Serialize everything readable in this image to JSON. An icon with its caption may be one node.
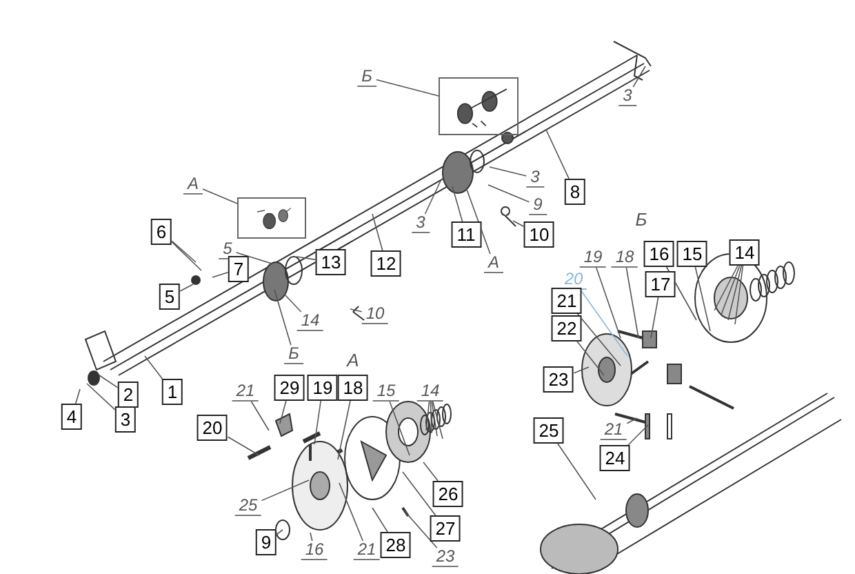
{
  "diagram": {
    "nodes": [
      {
        "text": [
          "Б"
        ]
      },
      {
        "text": [],
        "shape": "picture"
      },
      {
        "text": [
          "3"
        ]
      },
      {
        "text": [
          "А"
        ]
      },
      {
        "text": [],
        "shape": "picture"
      },
      {
        "text": [
          "8"
        ]
      },
      {
        "text": [
          "3"
        ]
      },
      {
        "text": [
          "9"
        ]
      },
      {
        "text": [
          "6"
        ]
      },
      {
        "text": [
          "3"
        ]
      },
      {
        "text": [
          "11"
        ]
      },
      {
        "text": [
          "10"
        ]
      },
      {
        "text": [
          "5"
        ]
      },
      {
        "text": [
          "А"
        ]
      },
      {
        "text": [
          "7"
        ]
      },
      {
        "text": [
          "13"
        ]
      },
      {
        "text": [
          "12"
        ]
      },
      {
        "text": [
          "5"
        ]
      },
      {
        "text": [
          "10"
        ]
      },
      {
        "text": [
          "14"
        ]
      },
      {
        "text": [
          "Б"
        ]
      },
      {
        "text": [
          "1"
        ]
      },
      {
        "text": [
          "2"
        ]
      },
      {
        "text": [
          "4"
        ]
      },
      {
        "text": [
          "3"
        ]
      },
      {
        "text": [
          "21"
        ]
      },
      {
        "text": [
          "29"
        ]
      },
      {
        "text": [
          "19"
        ]
      },
      {
        "text": [
          "18"
        ]
      },
      {
        "text": [
          "15"
        ]
      },
      {
        "text": [
          "14"
        ]
      },
      {
        "text": [
          "20"
        ]
      },
      {
        "text": [
          "25"
        ]
      },
      {
        "text": [
          "9"
        ]
      },
      {
        "text": [
          "16"
        ]
      },
      {
        "text": [
          "21"
        ]
      },
      {
        "text": [
          "28"
        ]
      },
      {
        "text": [
          "26"
        ]
      },
      {
        "text": [
          "27"
        ]
      },
      {
        "text": [
          "23"
        ]
      },
      {
        "text": [
          "19"
        ]
      },
      {
        "text": [
          "18"
        ]
      },
      {
        "text": [
          "16"
        ]
      },
      {
        "text": [
          "15"
        ]
      },
      {
        "text": [
          "14"
        ]
      },
      {
        "text": [
          "20"
        ]
      },
      {
        "text": [
          "17"
        ]
      },
      {
        "text": [
          "21"
        ]
      },
      {
        "text": [
          "22"
        ]
      },
      {
        "text": [
          "23"
        ]
      },
      {
        "text": [
          "25"
        ]
      },
      {
        "text": [
          "21"
        ]
      },
      {
        "text": [
          "24"
        ]
      }
    ],
    "edges": [
      {
        "from": 0,
        "to": 1,
        "arrow": "none"
      },
      {
        "from": 2,
        "to": null,
        "arrow": "none"
      },
      {
        "from": 3,
        "to": 4,
        "arrow": "none"
      },
      {
        "from": 5,
        "to": null,
        "arrow": "none"
      },
      {
        "from": 6,
        "to": null,
        "arrow": "none"
      },
      {
        "from": 7,
        "to": null,
        "arrow": "none"
      },
      {
        "from": 8,
        "to": null,
        "arrow": "none"
      },
      {
        "from": 8,
        "to": null,
        "arrow": "none"
      },
      {
        "from": 9,
        "to": null,
        "arrow": "none"
      },
      {
        "from": 10,
        "to": null,
        "arrow": "none"
      },
      {
        "from": 11,
        "to": null,
        "arrow": "none"
      },
      {
        "from": 13,
        "to": null,
        "arrow": "none"
      },
      {
        "from": 14,
        "to": null,
        "arrow": "none"
      },
      {
        "from": 15,
        "to": null,
        "arrow": "none"
      },
      {
        "from": 16,
        "to": null,
        "arrow": "none"
      },
      {
        "from": 17,
        "to": null,
        "arrow": "none"
      },
      {
        "from": 18,
        "to": null,
        "arrow": "none"
      },
      {
        "from": 19,
        "to": null,
        "arrow": "none"
      },
      {
        "from": 20,
        "to": null,
        "arrow": "none"
      },
      {
        "from": 21,
        "to": null,
        "arrow": "none"
      },
      {
        "from": 22,
        "to": null,
        "arrow": "none"
      },
      {
        "from": 23,
        "to": null,
        "arrow": "none"
      },
      {
        "from": 24,
        "to": null,
        "arrow": "none"
      },
      {
        "from": 25,
        "to": null,
        "arrow": "none"
      },
      {
        "from": 26,
        "to": null,
        "arrow": "none"
      },
      {
        "from": 27,
        "to": null,
        "arrow": "none"
      },
      {
        "from": 28,
        "to": null,
        "arrow": "none"
      },
      {
        "from": 29,
        "to": null,
        "arrow": "none"
      },
      {
        "from": 30,
        "to": null,
        "arrow": "none"
      },
      {
        "from": 30,
        "to": null,
        "arrow": "none"
      },
      {
        "from": 30,
        "to": null,
        "arrow": "none"
      },
      {
        "from": 30,
        "to": null,
        "arrow": "none"
      },
      {
        "from": 31,
        "to": null,
        "arrow": "none"
      },
      {
        "from": 32,
        "to": null,
        "arrow": "none"
      },
      {
        "from": 33,
        "to": null,
        "arrow": "none"
      },
      {
        "from": 34,
        "to": null,
        "arrow": "none"
      },
      {
        "from": 35,
        "to": null,
        "arrow": "none"
      },
      {
        "from": 36,
        "to": null,
        "arrow": "none"
      },
      {
        "from": 37,
        "to": null,
        "arrow": "none"
      },
      {
        "from": 38,
        "to": null,
        "arrow": "none"
      },
      {
        "from": 39,
        "to": null,
        "arrow": "none"
      },
      {
        "from": 40,
        "to": null,
        "arrow": "none"
      },
      {
        "from": 41,
        "to": null,
        "arrow": "none"
      },
      {
        "from": 42,
        "to": null,
        "arrow": "none"
      },
      {
        "from": 43,
        "to": null,
        "arrow": "none"
      },
      {
        "from": 44,
        "to": null,
        "arrow": "none"
      },
      {
        "from": 44,
        "to": null,
        "arrow": "none"
      },
      {
        "from": 44,
        "to": null,
        "arrow": "none"
      },
      {
        "from": 44,
        "to": null,
        "arrow": "none"
      },
      {
        "from": 45,
        "to": null,
        "arrow": "none",
        "color": "#8ab8d8"
      },
      {
        "from": 46,
        "to": null,
        "arrow": "none"
      },
      {
        "from": 47,
        "to": null,
        "arrow": "none"
      },
      {
        "from": 48,
        "to": null,
        "arrow": "none"
      },
      {
        "from": 49,
        "to": null,
        "arrow": "none"
      },
      {
        "from": 50,
        "to": null,
        "arrow": "none"
      },
      {
        "from": 51,
        "to": null,
        "arrow": "none"
      },
      {
        "from": 52,
        "to": null,
        "arrow": "none"
      },
      {
        "from": 12,
        "to": null,
        "arrow": "none"
      }
    ],
    "labels": [
      "А",
      "Б"
    ]
  }
}
